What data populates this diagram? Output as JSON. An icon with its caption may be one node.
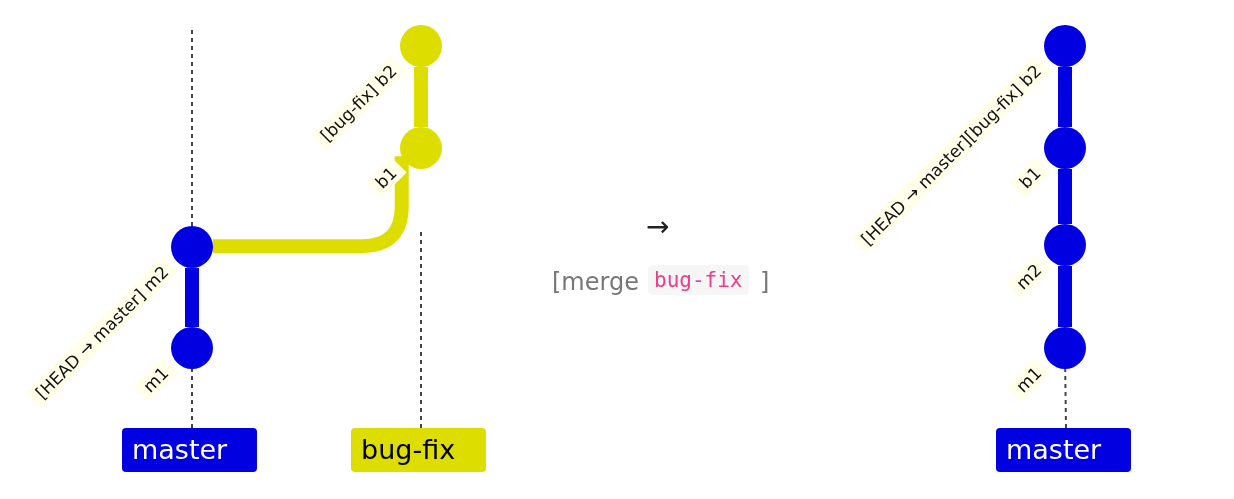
{
  "diagram": {
    "nodes": [
      {
        "text": [],
        "shape": "circle",
        "beside": [
          "m1"
        ]
      },
      {
        "text": [],
        "shape": "circle",
        "beside": [
          "[HEAD → master] m2"
        ]
      },
      {
        "text": [],
        "shape": "circle",
        "beside": [
          "b1"
        ]
      },
      {
        "text": [],
        "shape": "circle",
        "beside": [
          "[bug-fix] b2"
        ]
      },
      {
        "text": [
          "master"
        ]
      },
      {
        "text": [
          "bug-fix"
        ]
      },
      {
        "text": [],
        "shape": "circle",
        "beside": [
          "m1"
        ]
      },
      {
        "text": [],
        "shape": "circle",
        "beside": [
          "m2"
        ]
      },
      {
        "text": [],
        "shape": "circle",
        "beside": [
          "b1"
        ]
      },
      {
        "text": [],
        "shape": "circle",
        "beside": [
          "[HEAD → master][bug-fix] b2"
        ]
      },
      {
        "text": [
          "master"
        ]
      }
    ],
    "edges": [
      {
        "from": 0,
        "to": 1,
        "arrow": "none"
      },
      {
        "from": 1,
        "to": 2,
        "arrow": "none",
        "color": "#dddd00"
      },
      {
        "from": 2,
        "to": 3,
        "arrow": "none",
        "color": "#dddd00"
      },
      {
        "from": 4,
        "to": 0,
        "arrow": "none",
        "style": "dashed",
        "color": "#444444"
      },
      {
        "from": 5,
        "to": null,
        "arrow": "none",
        "style": "dashed",
        "color": "#444444"
      },
      {
        "from": 6,
        "to": 7,
        "arrow": "none"
      },
      {
        "from": 7,
        "to": 8,
        "arrow": "none"
      },
      {
        "from": 8,
        "to": 9,
        "arrow": "none"
      },
      {
        "from": 10,
        "to": 6,
        "arrow": "none",
        "style": "dashed",
        "color": "#444444"
      }
    ],
    "labels": [
      "→",
      "[merge",
      "bug-fix",
      "]"
    ]
  }
}
